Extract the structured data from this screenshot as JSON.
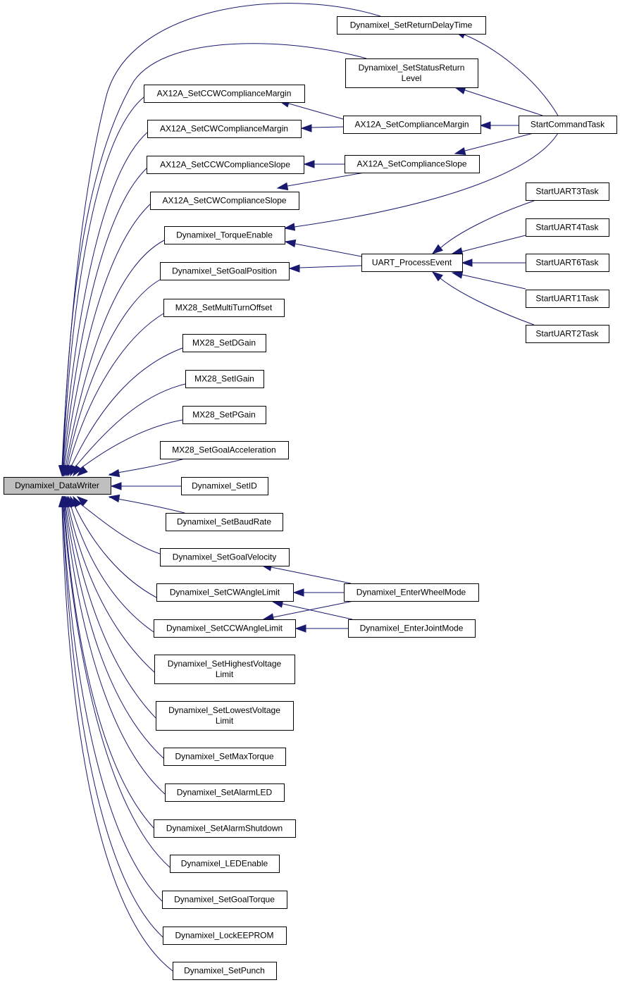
{
  "nodes": [
    {
      "id": "datawriter",
      "lines": [
        "Dynamixel_DataWriter"
      ],
      "root": true
    },
    {
      "id": "setreturndelay",
      "lines": [
        "Dynamixel_SetReturnDelayTime"
      ]
    },
    {
      "id": "setstatusreturn",
      "lines": [
        "Dynamixel_SetStatusReturn",
        "Level"
      ]
    },
    {
      "id": "ccwmargin",
      "lines": [
        "AX12A_SetCCWComplianceMargin"
      ]
    },
    {
      "id": "cwmargin",
      "lines": [
        "AX12A_SetCWComplianceMargin"
      ]
    },
    {
      "id": "ccwslope",
      "lines": [
        "AX12A_SetCCWComplianceSlope"
      ]
    },
    {
      "id": "cwslope",
      "lines": [
        "AX12A_SetCWComplianceSlope"
      ]
    },
    {
      "id": "torqueenable",
      "lines": [
        "Dynamixel_TorqueEnable"
      ]
    },
    {
      "id": "goalposition",
      "lines": [
        "Dynamixel_SetGoalPosition"
      ]
    },
    {
      "id": "multiturn",
      "lines": [
        "MX28_SetMultiTurnOffset"
      ]
    },
    {
      "id": "dgain",
      "lines": [
        "MX28_SetDGain"
      ]
    },
    {
      "id": "igain",
      "lines": [
        "MX28_SetIGain"
      ]
    },
    {
      "id": "pgain",
      "lines": [
        "MX28_SetPGain"
      ]
    },
    {
      "id": "goalaccel",
      "lines": [
        "MX28_SetGoalAcceleration"
      ]
    },
    {
      "id": "setid",
      "lines": [
        "Dynamixel_SetID"
      ]
    },
    {
      "id": "baudrate",
      "lines": [
        "Dynamixel_SetBaudRate"
      ]
    },
    {
      "id": "goalvelocity",
      "lines": [
        "Dynamixel_SetGoalVelocity"
      ]
    },
    {
      "id": "cwangle",
      "lines": [
        "Dynamixel_SetCWAngleLimit"
      ]
    },
    {
      "id": "ccwangle",
      "lines": [
        "Dynamixel_SetCCWAngleLimit"
      ]
    },
    {
      "id": "highvolt",
      "lines": [
        "Dynamixel_SetHighestVoltage",
        "Limit"
      ]
    },
    {
      "id": "lowvolt",
      "lines": [
        "Dynamixel_SetLowestVoltage",
        "Limit"
      ]
    },
    {
      "id": "maxtorque",
      "lines": [
        "Dynamixel_SetMaxTorque"
      ]
    },
    {
      "id": "alarmled",
      "lines": [
        "Dynamixel_SetAlarmLED"
      ]
    },
    {
      "id": "alarmshutdown",
      "lines": [
        "Dynamixel_SetAlarmShutdown"
      ]
    },
    {
      "id": "ledenable",
      "lines": [
        "Dynamixel_LEDEnable"
      ]
    },
    {
      "id": "goaltorque",
      "lines": [
        "Dynamixel_SetGoalTorque"
      ]
    },
    {
      "id": "lockeeprom",
      "lines": [
        "Dynamixel_LockEEPROM"
      ]
    },
    {
      "id": "punch",
      "lines": [
        "Dynamixel_SetPunch"
      ]
    },
    {
      "id": "compmargin",
      "lines": [
        "AX12A_SetComplianceMargin"
      ]
    },
    {
      "id": "compslope",
      "lines": [
        "AX12A_SetComplianceSlope"
      ]
    },
    {
      "id": "processevent",
      "lines": [
        "UART_ProcessEvent"
      ]
    },
    {
      "id": "wheelmode",
      "lines": [
        "Dynamixel_EnterWheelMode"
      ]
    },
    {
      "id": "jointmode",
      "lines": [
        "Dynamixel_EnterJointMode"
      ]
    },
    {
      "id": "commandtask",
      "lines": [
        "StartCommandTask"
      ]
    },
    {
      "id": "uart3",
      "lines": [
        "StartUART3Task"
      ]
    },
    {
      "id": "uart4",
      "lines": [
        "StartUART4Task"
      ]
    },
    {
      "id": "uart6",
      "lines": [
        "StartUART6Task"
      ]
    },
    {
      "id": "uart1",
      "lines": [
        "StartUART1Task"
      ]
    },
    {
      "id": "uart2",
      "lines": [
        "StartUART2Task"
      ]
    }
  ],
  "edges": [
    {
      "from": "setreturndelay",
      "to": "datawriter"
    },
    {
      "from": "setstatusreturn",
      "to": "datawriter"
    },
    {
      "from": "ccwmargin",
      "to": "datawriter"
    },
    {
      "from": "cwmargin",
      "to": "datawriter"
    },
    {
      "from": "ccwslope",
      "to": "datawriter"
    },
    {
      "from": "cwslope",
      "to": "datawriter"
    },
    {
      "from": "torqueenable",
      "to": "datawriter"
    },
    {
      "from": "goalposition",
      "to": "datawriter"
    },
    {
      "from": "multiturn",
      "to": "datawriter"
    },
    {
      "from": "dgain",
      "to": "datawriter"
    },
    {
      "from": "igain",
      "to": "datawriter"
    },
    {
      "from": "pgain",
      "to": "datawriter"
    },
    {
      "from": "goalaccel",
      "to": "datawriter"
    },
    {
      "from": "setid",
      "to": "datawriter"
    },
    {
      "from": "baudrate",
      "to": "datawriter"
    },
    {
      "from": "goalvelocity",
      "to": "datawriter"
    },
    {
      "from": "cwangle",
      "to": "datawriter"
    },
    {
      "from": "ccwangle",
      "to": "datawriter"
    },
    {
      "from": "highvolt",
      "to": "datawriter"
    },
    {
      "from": "lowvolt",
      "to": "datawriter"
    },
    {
      "from": "maxtorque",
      "to": "datawriter"
    },
    {
      "from": "alarmled",
      "to": "datawriter"
    },
    {
      "from": "alarmshutdown",
      "to": "datawriter"
    },
    {
      "from": "ledenable",
      "to": "datawriter"
    },
    {
      "from": "goaltorque",
      "to": "datawriter"
    },
    {
      "from": "lockeeprom",
      "to": "datawriter"
    },
    {
      "from": "punch",
      "to": "datawriter"
    },
    {
      "from": "compmargin",
      "to": "ccwmargin"
    },
    {
      "from": "compmargin",
      "to": "cwmargin"
    },
    {
      "from": "compslope",
      "to": "ccwslope"
    },
    {
      "from": "compslope",
      "to": "cwslope"
    },
    {
      "from": "processevent",
      "to": "torqueenable"
    },
    {
      "from": "processevent",
      "to": "goalposition"
    },
    {
      "from": "wheelmode",
      "to": "goalvelocity"
    },
    {
      "from": "wheelmode",
      "to": "cwangle"
    },
    {
      "from": "wheelmode",
      "to": "ccwangle"
    },
    {
      "from": "jointmode",
      "to": "cwangle"
    },
    {
      "from": "jointmode",
      "to": "ccwangle"
    },
    {
      "from": "commandtask",
      "to": "setreturndelay"
    },
    {
      "from": "commandtask",
      "to": "setstatusreturn"
    },
    {
      "from": "commandtask",
      "to": "compmargin"
    },
    {
      "from": "commandtask",
      "to": "compslope"
    },
    {
      "from": "commandtask",
      "to": "torqueenable"
    },
    {
      "from": "uart3",
      "to": "processevent"
    },
    {
      "from": "uart4",
      "to": "processevent"
    },
    {
      "from": "uart6",
      "to": "processevent"
    },
    {
      "from": "uart1",
      "to": "processevent"
    },
    {
      "from": "uart2",
      "to": "processevent"
    }
  ],
  "colors": {
    "edge": "#191970",
    "root_fill": "#bfbfbf",
    "node_fill": "#ffffff",
    "node_border": "#000000"
  }
}
